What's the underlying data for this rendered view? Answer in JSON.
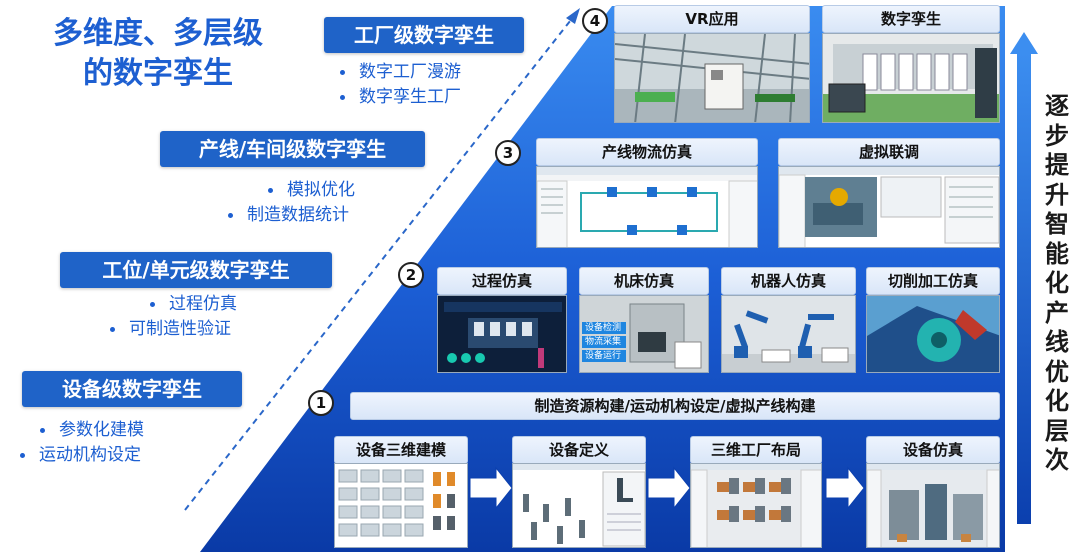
{
  "title": {
    "line1": "多维度、多层级",
    "line2": "的数字孪生"
  },
  "levels": [
    {
      "label": "工厂级数字孪生",
      "bullets": [
        "数字工厂漫游",
        "数字孪生工厂"
      ]
    },
    {
      "label": "产线/车间级数字孪生",
      "bullets": [
        "模拟优化",
        "制造数据统计"
      ]
    },
    {
      "label": "工位/单元级数字孪生",
      "bullets": [
        "过程仿真",
        "可制造性验证"
      ]
    },
    {
      "label": "设备级数字孪生",
      "bullets": [
        "参数化建模",
        "运动机构设定"
      ]
    }
  ],
  "steps": [
    "1",
    "2",
    "3",
    "4"
  ],
  "tier4": {
    "cards": [
      "VR应用",
      "数字孪生"
    ]
  },
  "tier3": {
    "cards": [
      "产线物流仿真",
      "虚拟联调"
    ]
  },
  "tier2": {
    "cards": [
      "过程仿真",
      "机床仿真",
      "机器人仿真",
      "切削加工仿真"
    ]
  },
  "tier1": {
    "banner": "制造资源构建/运动机构设定/虚拟产线构建",
    "cards": [
      "设备三维建模",
      "设备定义",
      "三维工厂布局",
      "设备仿真"
    ]
  },
  "machine_menu": [
    "设备检测",
    "物流采集",
    "设备运行"
  ],
  "right_label": [
    "逐",
    "步",
    "提",
    "升",
    "智",
    "能",
    "化",
    "产",
    "线",
    "优",
    "化",
    "层",
    "次"
  ],
  "colors": {
    "accent": "#1f63c8",
    "pyramid_top": "#2f7ee6",
    "pyramid_bottom": "#0b3fae"
  }
}
